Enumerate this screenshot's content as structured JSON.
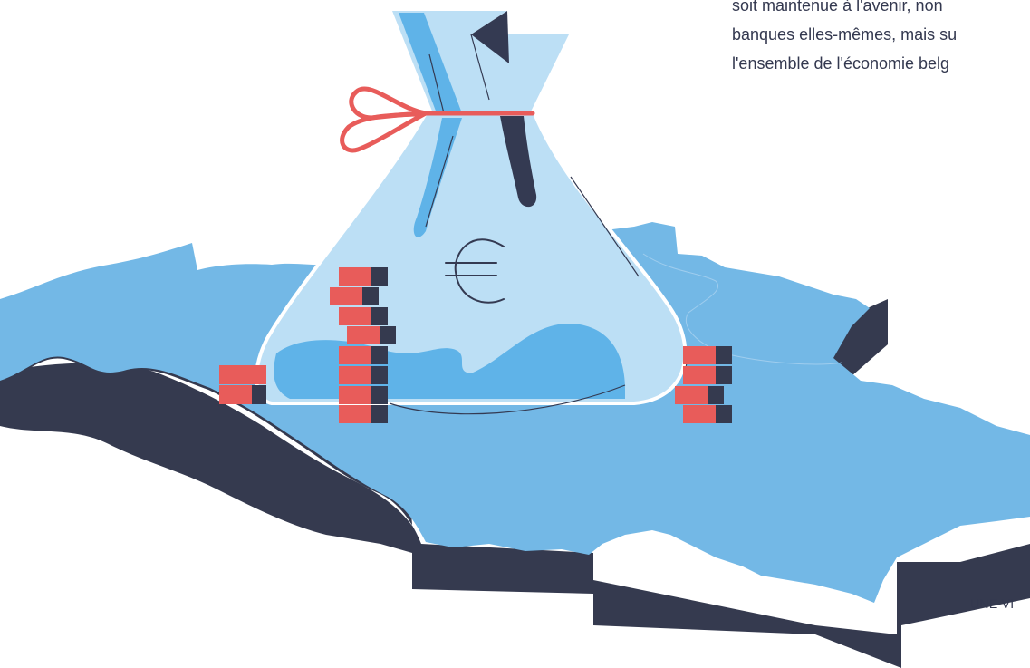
{
  "intro": {
    "lines": [
      "soit maintenue à l'avenir, non",
      "banques elles-mêmes, mais su",
      "l'ensemble de l'économie belg"
    ]
  },
  "caption": "UNE VI",
  "bag": {
    "symbol": "€"
  },
  "colors": {
    "map_top": "#73b8e6",
    "map_side": "#353a4f",
    "bag_fill": "#bcdff5",
    "bag_dark": "#343a52",
    "bag_accent": "#5fb3e8",
    "ribbon": "#e85c5a",
    "coin": "#e85c5a",
    "text": "#33384f"
  },
  "icons": {
    "currency": "euro-icon",
    "bow": "ribbon-bow-icon"
  }
}
